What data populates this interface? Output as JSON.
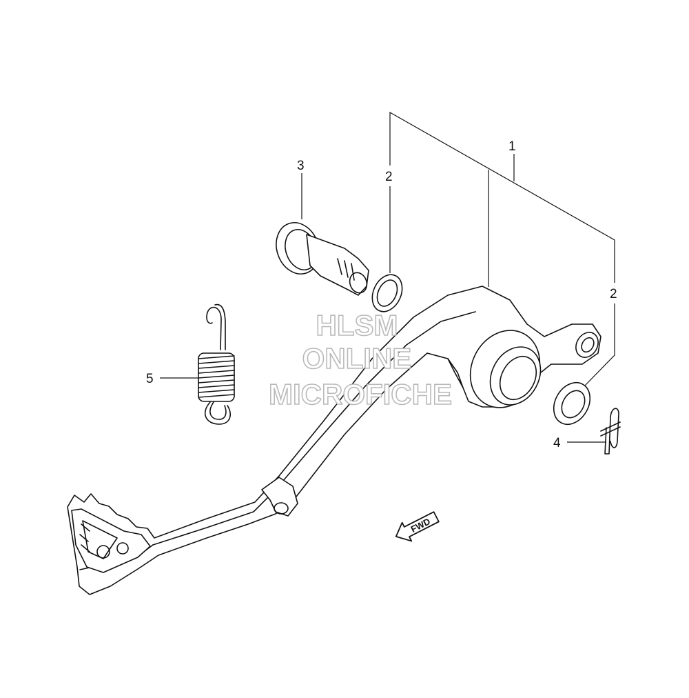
{
  "watermark": {
    "line1": "HLSM",
    "line2": "ONLINE",
    "line3": "MICROFICHE",
    "color": "#b9b9b9"
  },
  "callouts": {
    "c1": "1",
    "c2_left": "2",
    "c2_right": "2",
    "c3": "3",
    "c4": "4",
    "c5": "5"
  },
  "fwd_arrow": {
    "label": "FWD",
    "icon": "fwd-arrow-icon"
  },
  "colors": {
    "ink": "#111111",
    "paper": "#ffffff"
  }
}
